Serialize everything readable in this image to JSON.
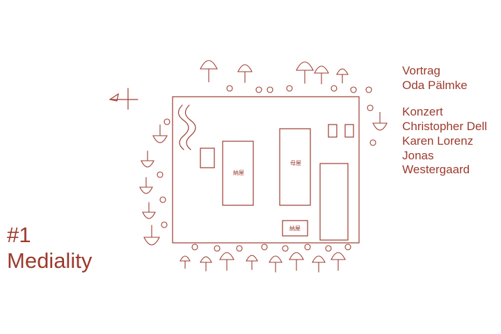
{
  "colors": {
    "ink": "#9c3a2d",
    "background": "#ffffff"
  },
  "event": {
    "lecture_heading": "Vortrag",
    "lecture_speaker": "Oda Pälmke",
    "concert_heading": "Konzert",
    "performers": [
      "Christopher Dell",
      "Karen Lorenz",
      "Jonas",
      "Westergaard"
    ]
  },
  "series": {
    "number": "#1",
    "name": "Mediality"
  },
  "drawing": {
    "description_icon": "hand-drawn-garden-plan-icon",
    "building_labels": [
      "納屋",
      "母屋",
      "納屋"
    ]
  }
}
